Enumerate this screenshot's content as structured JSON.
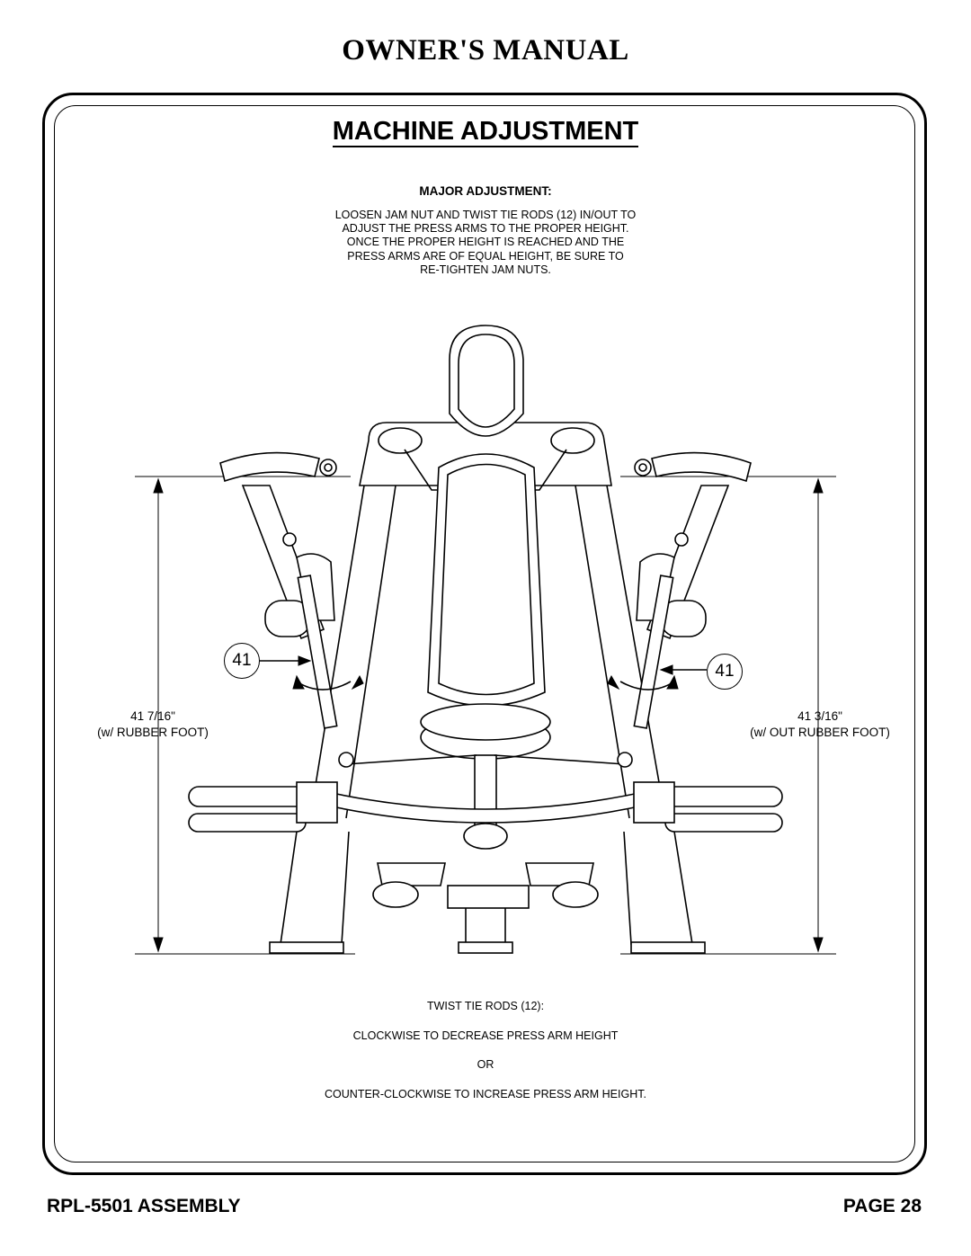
{
  "header": {
    "title": "OWNER'S MANUAL"
  },
  "section": {
    "title": "MACHINE ADJUSTMENT",
    "subtitle": "MAJOR ADJUSTMENT:",
    "instructions": [
      "LOOSEN JAM NUT AND TWIST TIE RODS (12) IN/OUT TO",
      "ADJUST THE PRESS ARMS TO THE PROPER HEIGHT.",
      "ONCE THE PROPER HEIGHT IS REACHED AND THE",
      "PRESS ARMS ARE OF EQUAL HEIGHT, BE SURE TO",
      "RE-TIGHTEN JAM NUTS."
    ]
  },
  "diagram": {
    "part_callout_left": "41",
    "part_callout_right": "41",
    "dimension_left": {
      "value": "41 7/16\"",
      "note": "(w/ RUBBER FOOT)"
    },
    "dimension_right": {
      "value": "41 3/16\"",
      "note": "(w/ OUT RUBBER FOOT)"
    }
  },
  "notes": {
    "line1": "TWIST TIE RODS (12):",
    "line2": "CLOCKWISE TO DECREASE PRESS ARM HEIGHT",
    "line3": "OR",
    "line4": "COUNTER-CLOCKWISE TO INCREASE PRESS ARM HEIGHT."
  },
  "footer": {
    "left": "RPL-5501 ASSEMBLY",
    "right": "PAGE 28"
  }
}
